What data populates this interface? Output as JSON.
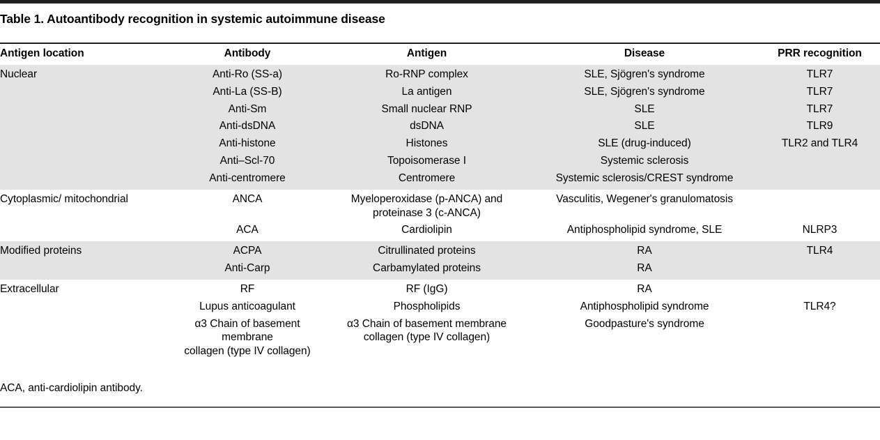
{
  "title": "Table 1. Autoantibody recognition in systemic autoimmune disease",
  "columns": [
    {
      "key": "antigen_location",
      "label": "Antigen location",
      "align": "left"
    },
    {
      "key": "antibody",
      "label": "Antibody",
      "align": "center"
    },
    {
      "key": "antigen",
      "label": "Antigen",
      "align": "center"
    },
    {
      "key": "disease",
      "label": "Disease",
      "align": "center"
    },
    {
      "key": "prr",
      "label": "PRR recognition",
      "align": "center"
    }
  ],
  "footnote": "ACA, anti-cardiolipin antibody.",
  "colors": {
    "shaded_row": "#e3e3e3",
    "plain_row": "#ffffff",
    "top_rule": "#231f20",
    "header_rule": "#231f20",
    "bottom_rule": "#58595b",
    "text": "#000000"
  },
  "groups": [
    {
      "name": "nuclear",
      "shaded": true,
      "rows": [
        {
          "antigen_location": "Nuclear",
          "antibody": "Anti-Ro (SS-a)",
          "antigen": "Ro-RNP complex",
          "disease": "SLE, Sjögren's syndrome",
          "prr": "TLR7"
        },
        {
          "antigen_location": "",
          "antibody": "Anti-La (SS-B)",
          "antigen": "La antigen",
          "disease": "SLE, Sjögren's syndrome",
          "prr": "TLR7"
        },
        {
          "antigen_location": "",
          "antibody": "Anti-Sm",
          "antigen": "Small nuclear RNP",
          "disease": "SLE",
          "prr": "TLR7"
        },
        {
          "antigen_location": "",
          "antibody": "Anti-dsDNA",
          "antigen": "dsDNA",
          "disease": "SLE",
          "prr": "TLR9"
        },
        {
          "antigen_location": "",
          "antibody": "Anti-histone",
          "antigen": "Histones",
          "disease": "SLE (drug-induced)",
          "prr": "TLR2 and TLR4"
        },
        {
          "antigen_location": "",
          "antibody": "Anti–Scl-70",
          "antigen": "Topoisomerase I",
          "disease": "Systemic sclerosis",
          "prr": ""
        },
        {
          "antigen_location": "",
          "antibody": "Anti-centromere",
          "antigen": "Centromere",
          "disease": "Systemic sclerosis/CREST syndrome",
          "prr": ""
        }
      ]
    },
    {
      "name": "cytoplasmic-mitochondrial",
      "shaded": false,
      "rows": [
        {
          "antigen_location": "Cytoplasmic/ mitochondrial",
          "antibody": "ANCA",
          "antigen": "Myeloperoxidase (p-ANCA) and",
          "antigen_line2": "proteinase 3 (c-ANCA)",
          "disease": "Vasculitis, Wegener's granulomatosis",
          "prr": ""
        },
        {
          "antigen_location": "",
          "antibody": "ACA",
          "antigen": "Cardiolipin",
          "disease": "Antiphospholipid syndrome, SLE",
          "prr": "NLRP3"
        }
      ]
    },
    {
      "name": "modified-proteins",
      "shaded": true,
      "rows": [
        {
          "antigen_location": "Modified proteins",
          "antibody": "ACPA",
          "antigen": "Citrullinated proteins",
          "disease": "RA",
          "prr": "TLR4"
        },
        {
          "antigen_location": "",
          "antibody": "Anti-Carp",
          "antigen": "Carbamylated proteins",
          "disease": "RA",
          "prr": ""
        }
      ]
    },
    {
      "name": "extracellular",
      "shaded": false,
      "rows": [
        {
          "antigen_location": "Extracellular",
          "antibody": "RF",
          "antigen": "RF (IgG)",
          "disease": "RA",
          "prr": ""
        },
        {
          "antigen_location": "",
          "antibody": "Lupus anticoagulant",
          "antigen": "Phospholipids",
          "disease": "Antiphospholipid syndrome",
          "prr": "TLR4?"
        },
        {
          "antigen_location": "",
          "antibody": "α3 Chain of basement membrane",
          "antibody_line2": "collagen (type IV collagen)",
          "antigen": "α3 Chain of basement membrane",
          "antigen_line2": "collagen (type IV collagen)",
          "disease": "Goodpasture's syndrome",
          "prr": ""
        }
      ]
    }
  ]
}
